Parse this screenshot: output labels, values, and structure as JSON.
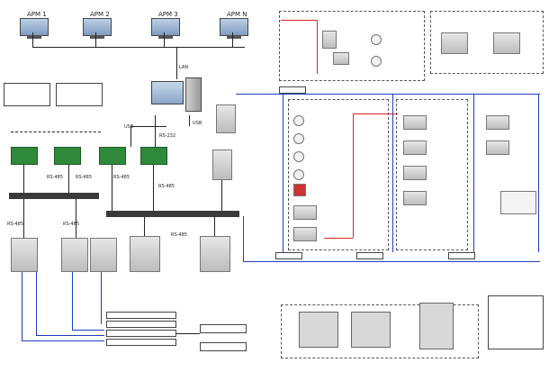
{
  "arm": [
    {
      "title": "АРМ 1",
      "desc": ""
    },
    {
      "title": "АРМ 2",
      "desc": ""
    },
    {
      "title": "АРМ 3",
      "desc": ""
    },
    {
      "title": "АРМ N",
      "desc": ""
    }
  ],
  "links": {
    "lan": "LAN",
    "usb": "USB",
    "rs485": "RS-485",
    "rs232": "RS-232"
  },
  "server": {
    "title": "",
    "desc": ""
  },
  "left_notes": [
    "",
    ""
  ],
  "modules": [
    "",
    "",
    "",
    ""
  ],
  "bus_left": "",
  "bus_mid": "",
  "remote_panel": "",
  "rubezh": "",
  "controllers": [
    "",
    "",
    "",
    "",
    "",
    ""
  ],
  "center_notes": [
    "",
    ""
  ],
  "legend": [
    "",
    "",
    "",
    "",
    "",
    ""
  ],
  "footnote": "",
  "groups": {
    "gas": "",
    "fire": "",
    "sprinkler": "",
    "fire_system": "",
    "security": "",
    "water": ""
  },
  "devices": {
    "fire_items": [
      "",
      "",
      "",
      "",
      "",
      ""
    ],
    "sprink_items": [
      "",
      "",
      "",
      "",
      ""
    ],
    "security_items": [
      "",
      ""
    ],
    "gas_items": [
      "",
      "",
      "",
      ""
    ],
    "fs_items": [
      "",
      ""
    ]
  },
  "line_boxes": [
    "",
    "",
    "",
    ""
  ],
  "water_cabinets": [
    "",
    "",
    ""
  ],
  "right_note": "",
  "colors": {
    "power_line": "#1b3fc4",
    "alarm_line": "#d22222",
    "board": "#2e8a3a",
    "bus": "#3a3a3a"
  }
}
